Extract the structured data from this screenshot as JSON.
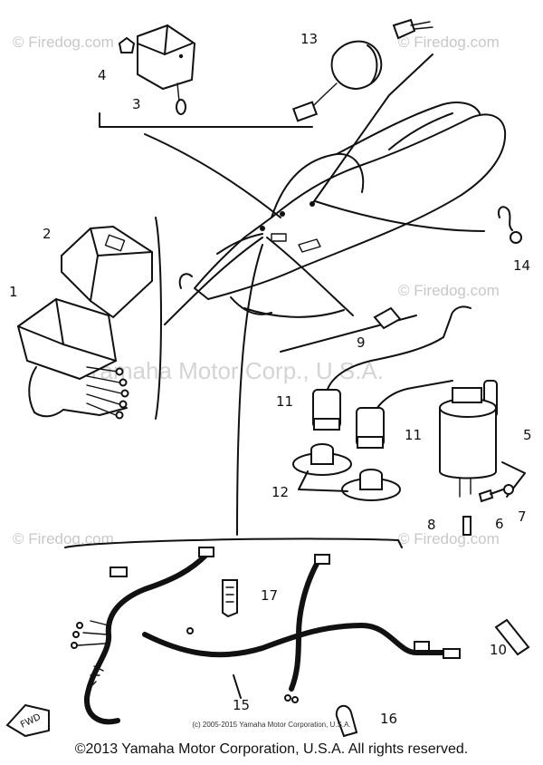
{
  "watermarks": {
    "firedog": "© Firedog.com",
    "yamaha": "Yamaha Motor Corp., U.S.A."
  },
  "fwd_label": "FWD",
  "parts": [
    {
      "number": "1"
    },
    {
      "number": "2"
    },
    {
      "number": "3"
    },
    {
      "number": "4"
    },
    {
      "number": "5"
    },
    {
      "number": "6"
    },
    {
      "number": "7"
    },
    {
      "number": "8"
    },
    {
      "number": "9"
    },
    {
      "number": "10"
    },
    {
      "number": "11"
    },
    {
      "number": "12"
    },
    {
      "number": "13"
    },
    {
      "number": "14"
    },
    {
      "number": "15"
    },
    {
      "number": "16"
    },
    {
      "number": "17"
    }
  ],
  "diagram_copyright": "(c) 2005-2015 Yamaha Motor Corporation, U.S.A.",
  "copyright": "©2013 Yamaha Motor Corporation, U.S.A. All rights reserved."
}
